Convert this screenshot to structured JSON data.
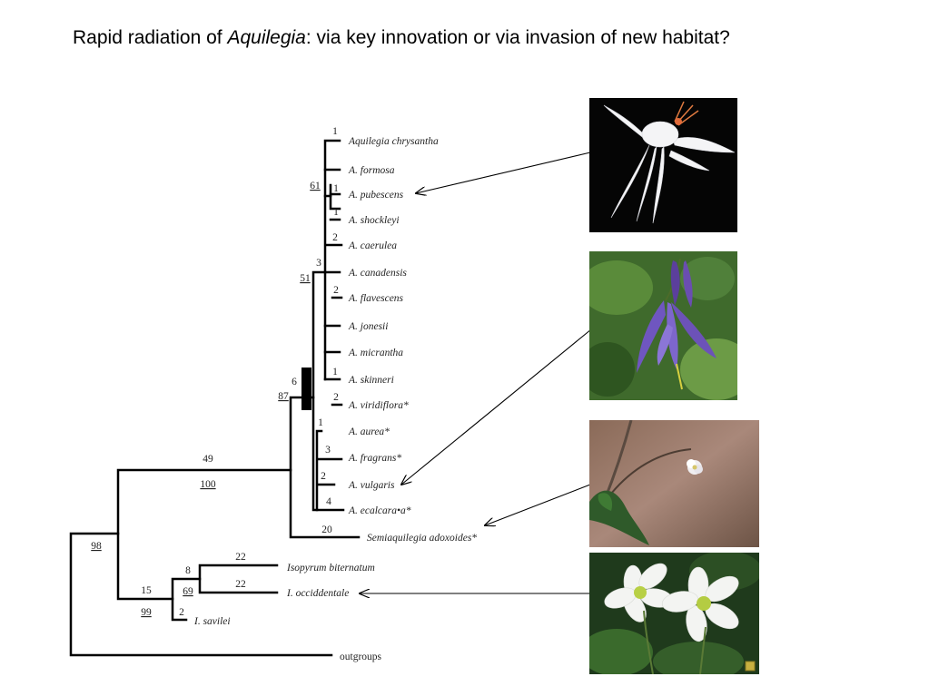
{
  "title": {
    "prefix": "Rapid radiation of ",
    "genus": "Aquilegia",
    "suffix": ": via key innovation or via invasion of new habitat?"
  },
  "taxa": [
    "Aquilegia chrysantha",
    "A. formosa",
    "A. pubescens",
    "A. shockleyi",
    "A. caerulea",
    "A. canadensis",
    "A. flavescens",
    "A. jonesii",
    "A. micrantha",
    "A. skinneri",
    "A. viridiflora*",
    "A. aurea*",
    "A. fragrans*",
    "A. vulgaris",
    "A. ecalcara•a*",
    "Semiaquilegia adoxoides*",
    "Isopyrum biternatum",
    "I. occiddentale",
    "I. savilei",
    "outgroups"
  ],
  "branch_labels": [
    "1",
    "61",
    "1",
    "1",
    "2",
    "3",
    "51",
    "2",
    "1",
    "2",
    "6",
    "87",
    "1",
    "3",
    "2",
    "4",
    "49",
    "100",
    "20",
    "98",
    "8",
    "22",
    "22",
    "69",
    "2",
    "15",
    "99"
  ],
  "colors": {
    "tree": "#000000",
    "text": "#222222",
    "background": "#ffffff"
  },
  "photos": [
    {
      "name": "photo-white-columbine",
      "points_to": "A. pubescens"
    },
    {
      "name": "photo-purple-columbine",
      "points_to": "A. vulgaris"
    },
    {
      "name": "photo-small-white-flower",
      "points_to": "Semiaquilegia adoxoides*"
    },
    {
      "name": "photo-white-anemone-flowers",
      "points_to": "I. occiddentale"
    }
  ]
}
